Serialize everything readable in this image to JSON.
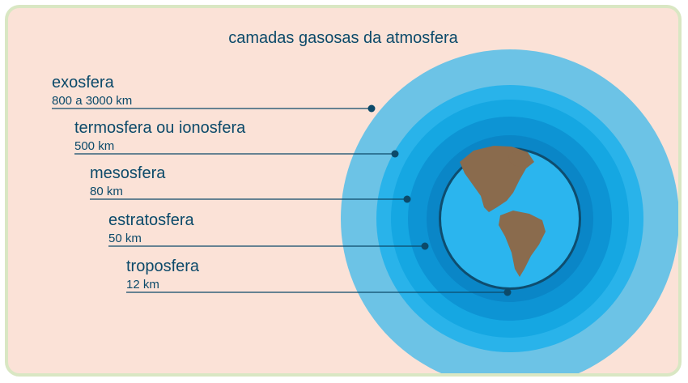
{
  "title": "camadas gasosas da atmosfera",
  "colors": {
    "background": "#fbe2d7",
    "frame_border": "#d9e7c3",
    "text": "#0c4a6a",
    "leader_line": "#0c4a6a",
    "exosfera": "#6cc3e6",
    "termosfera": "#29b3ea",
    "mesosfera": "#15a7e2",
    "estratosfera": "#0d94d4",
    "troposfera": "#0a86c7",
    "ocean": "#2bb5ee",
    "land": "#8a6b4d"
  },
  "layers": [
    {
      "id": "exosfera",
      "name": "exosfera",
      "altitude": "800 a 3000 km"
    },
    {
      "id": "termosfera",
      "name": "termosfera ou ionosfera",
      "altitude": "500 km"
    },
    {
      "id": "mesosfera",
      "name": "mesosfera",
      "altitude": "80 km"
    },
    {
      "id": "estratosfera",
      "name": "estratosfera",
      "altitude": "50 km"
    },
    {
      "id": "troposfera",
      "name": "troposfera",
      "altitude": "12 km"
    }
  ]
}
